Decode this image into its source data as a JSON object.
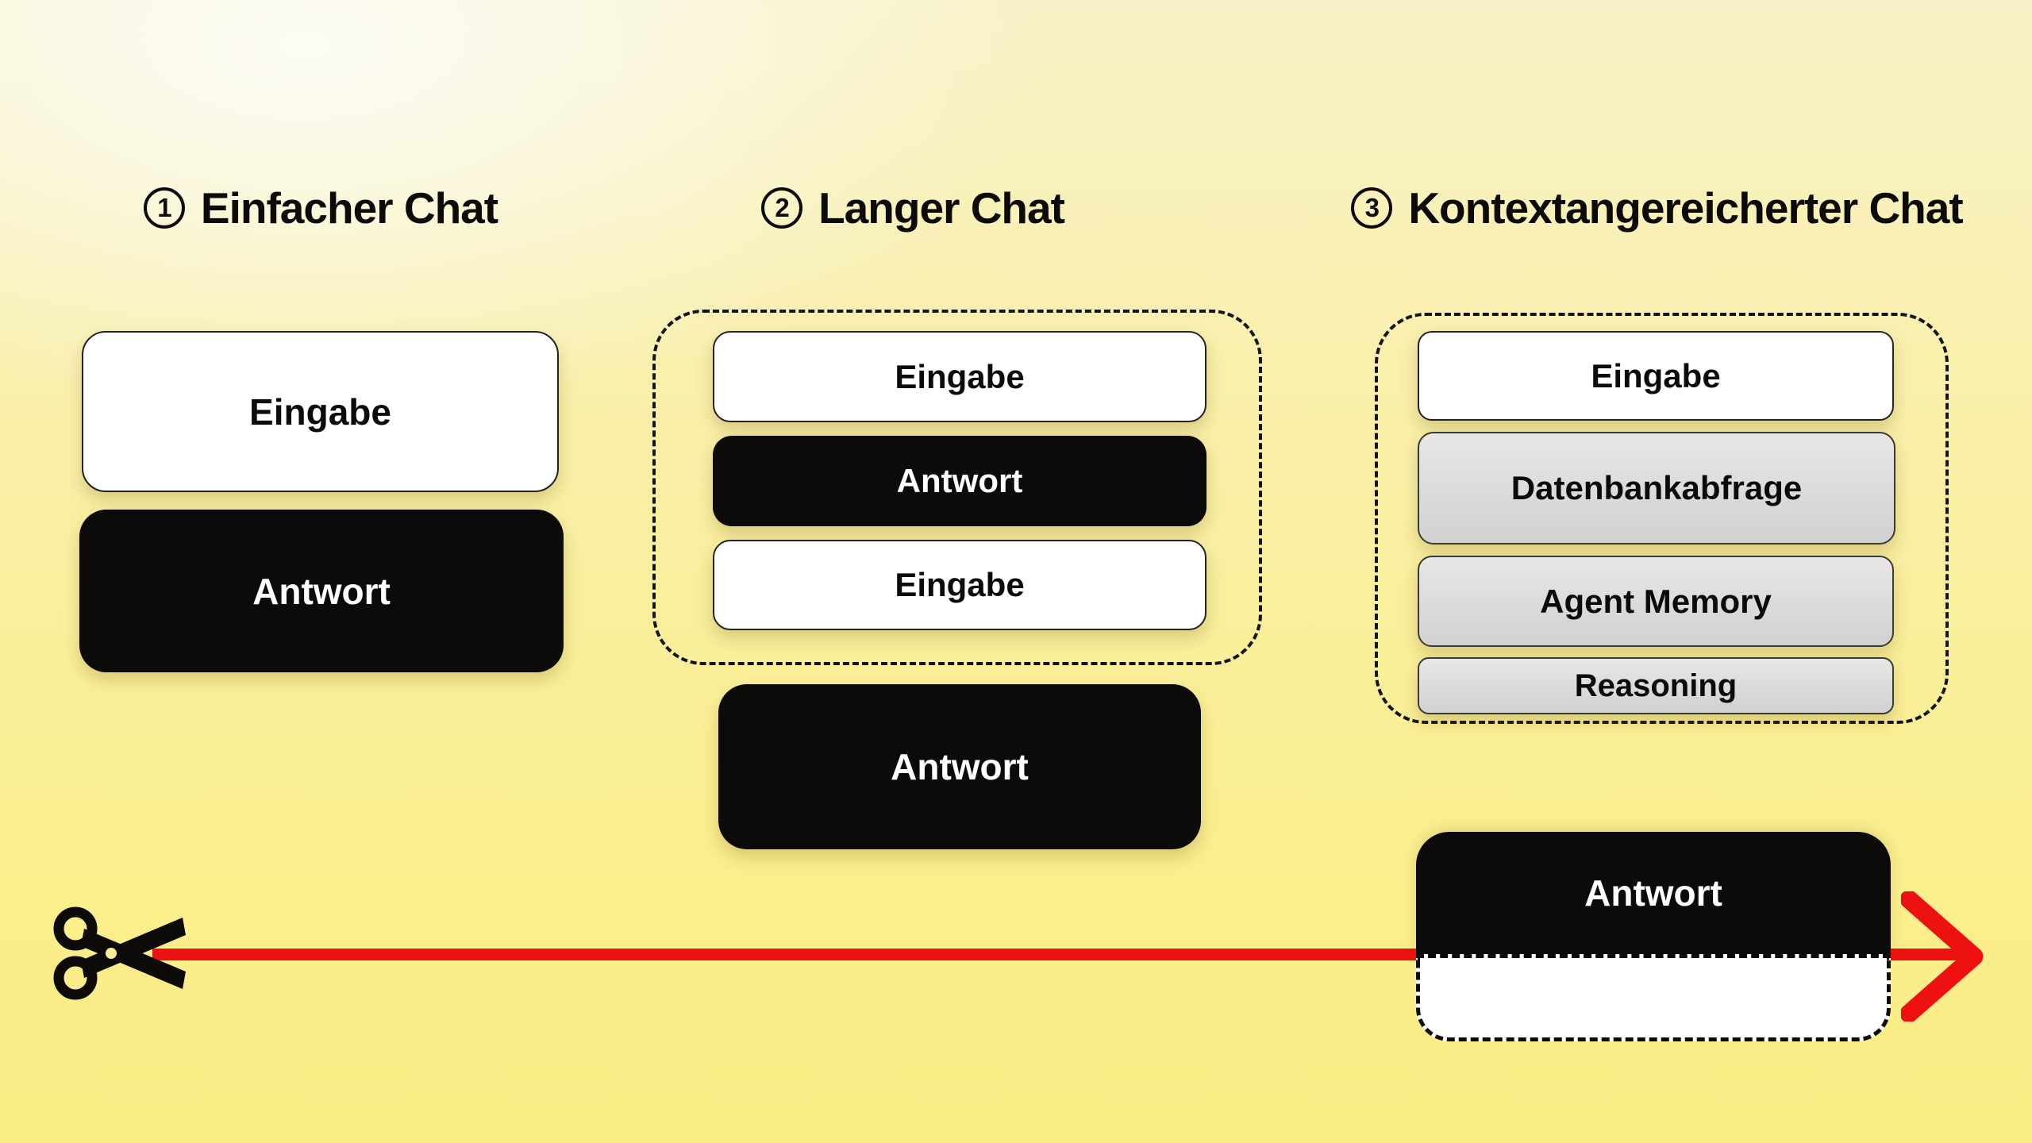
{
  "palette": {
    "background_top": "#faf9f1",
    "background_bottom": "#fbee8a",
    "box_black": "#0d0a0a",
    "box_white": "#ffffff",
    "box_gray": "#dcdbd9",
    "border_dark": "#141414",
    "accent_red": "#ee1111",
    "text_dark": "#0d0a0a",
    "text_light": "#ffffff"
  },
  "icons": {
    "scissors": "scissors-icon",
    "arrow_right": "arrow-right-icon"
  },
  "columns": [
    {
      "number": "1",
      "title": "Einfacher Chat",
      "boxes": [
        {
          "label": "Eingabe",
          "variant": "white"
        },
        {
          "label": "Antwort",
          "variant": "black"
        }
      ]
    },
    {
      "number": "2",
      "title": "Langer Chat",
      "context_boxes": [
        {
          "label": "Eingabe",
          "variant": "white"
        },
        {
          "label": "Antwort",
          "variant": "black"
        },
        {
          "label": "Eingabe",
          "variant": "white"
        }
      ],
      "result_box": {
        "label": "Antwort",
        "variant": "black"
      }
    },
    {
      "number": "3",
      "title": "Kontextangereicherter Chat",
      "context_boxes": [
        {
          "label": "Eingabe",
          "variant": "white"
        },
        {
          "label": "Datenbankabfrage",
          "variant": "gray"
        },
        {
          "label": "Agent Memory",
          "variant": "gray"
        },
        {
          "label": "Reasoning",
          "variant": "gray"
        }
      ],
      "result_box": {
        "label": "Antwort",
        "variant": "black-cut"
      }
    }
  ]
}
